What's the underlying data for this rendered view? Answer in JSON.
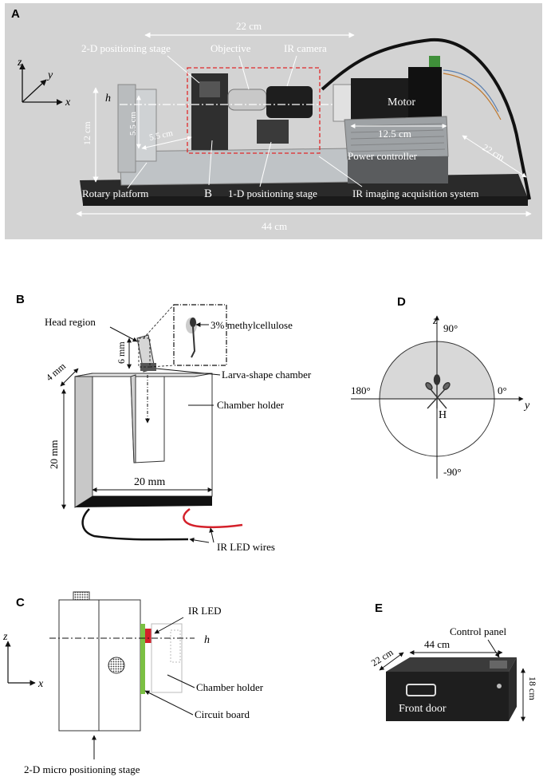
{
  "panels": {
    "a": "A",
    "b": "B",
    "c": "C",
    "d": "D",
    "e": "E"
  },
  "panelA": {
    "axis_z": "z",
    "axis_y": "y",
    "axis_x": "x",
    "top_dim": "22 cm",
    "stage2d": "2-D positioning stage",
    "objective": "Objective",
    "ir_camera": "IR camera",
    "h": "h",
    "motor": "Motor",
    "height": "12 cm",
    "dim_55v": "5.5 cm",
    "dim_55h": "5.5 cm",
    "dim_125": "12.5 cm",
    "side_22": "22 cm",
    "power": "Power controller",
    "rotary": "Rotary platform",
    "b_marker": "B",
    "stage1d": "1-D positioning stage",
    "acq": "IR imaging acquisition system",
    "bottom_dim": "44 cm"
  },
  "panelB": {
    "head": "Head region",
    "methyl": "3% methylcellulose",
    "dim_4mm": "4 mm",
    "dim_6mm": "6 mm",
    "chamber": "Larva-shape chamber",
    "holder": "Chamber holder",
    "dim_20v": "20 mm",
    "dim_20h": "20 mm",
    "wires": "IR LED wires"
  },
  "panelC": {
    "axis_z": "z",
    "axis_x": "x",
    "led": "IR LED",
    "h": "h",
    "holder": "Chamber holder",
    "board": "Circuit board",
    "stage": "2-D micro positioning stage"
  },
  "panelD": {
    "axis_z": "z",
    "axis_y": "y",
    "deg90": "90°",
    "deg180": "180°",
    "deg0": "0°",
    "degm90": "-90°",
    "H": "H"
  },
  "panelE": {
    "control": "Control panel",
    "dim_44": "44 cm",
    "dim_22": "22 cm",
    "dim_18": "18 cm",
    "door": "Front door"
  },
  "colors": {
    "photo_bg": "#d3d3d3",
    "red_box": "#e0282a",
    "led_red": "#d4202a",
    "board_green": "#7bc043",
    "shade": "#d8d8d8"
  }
}
